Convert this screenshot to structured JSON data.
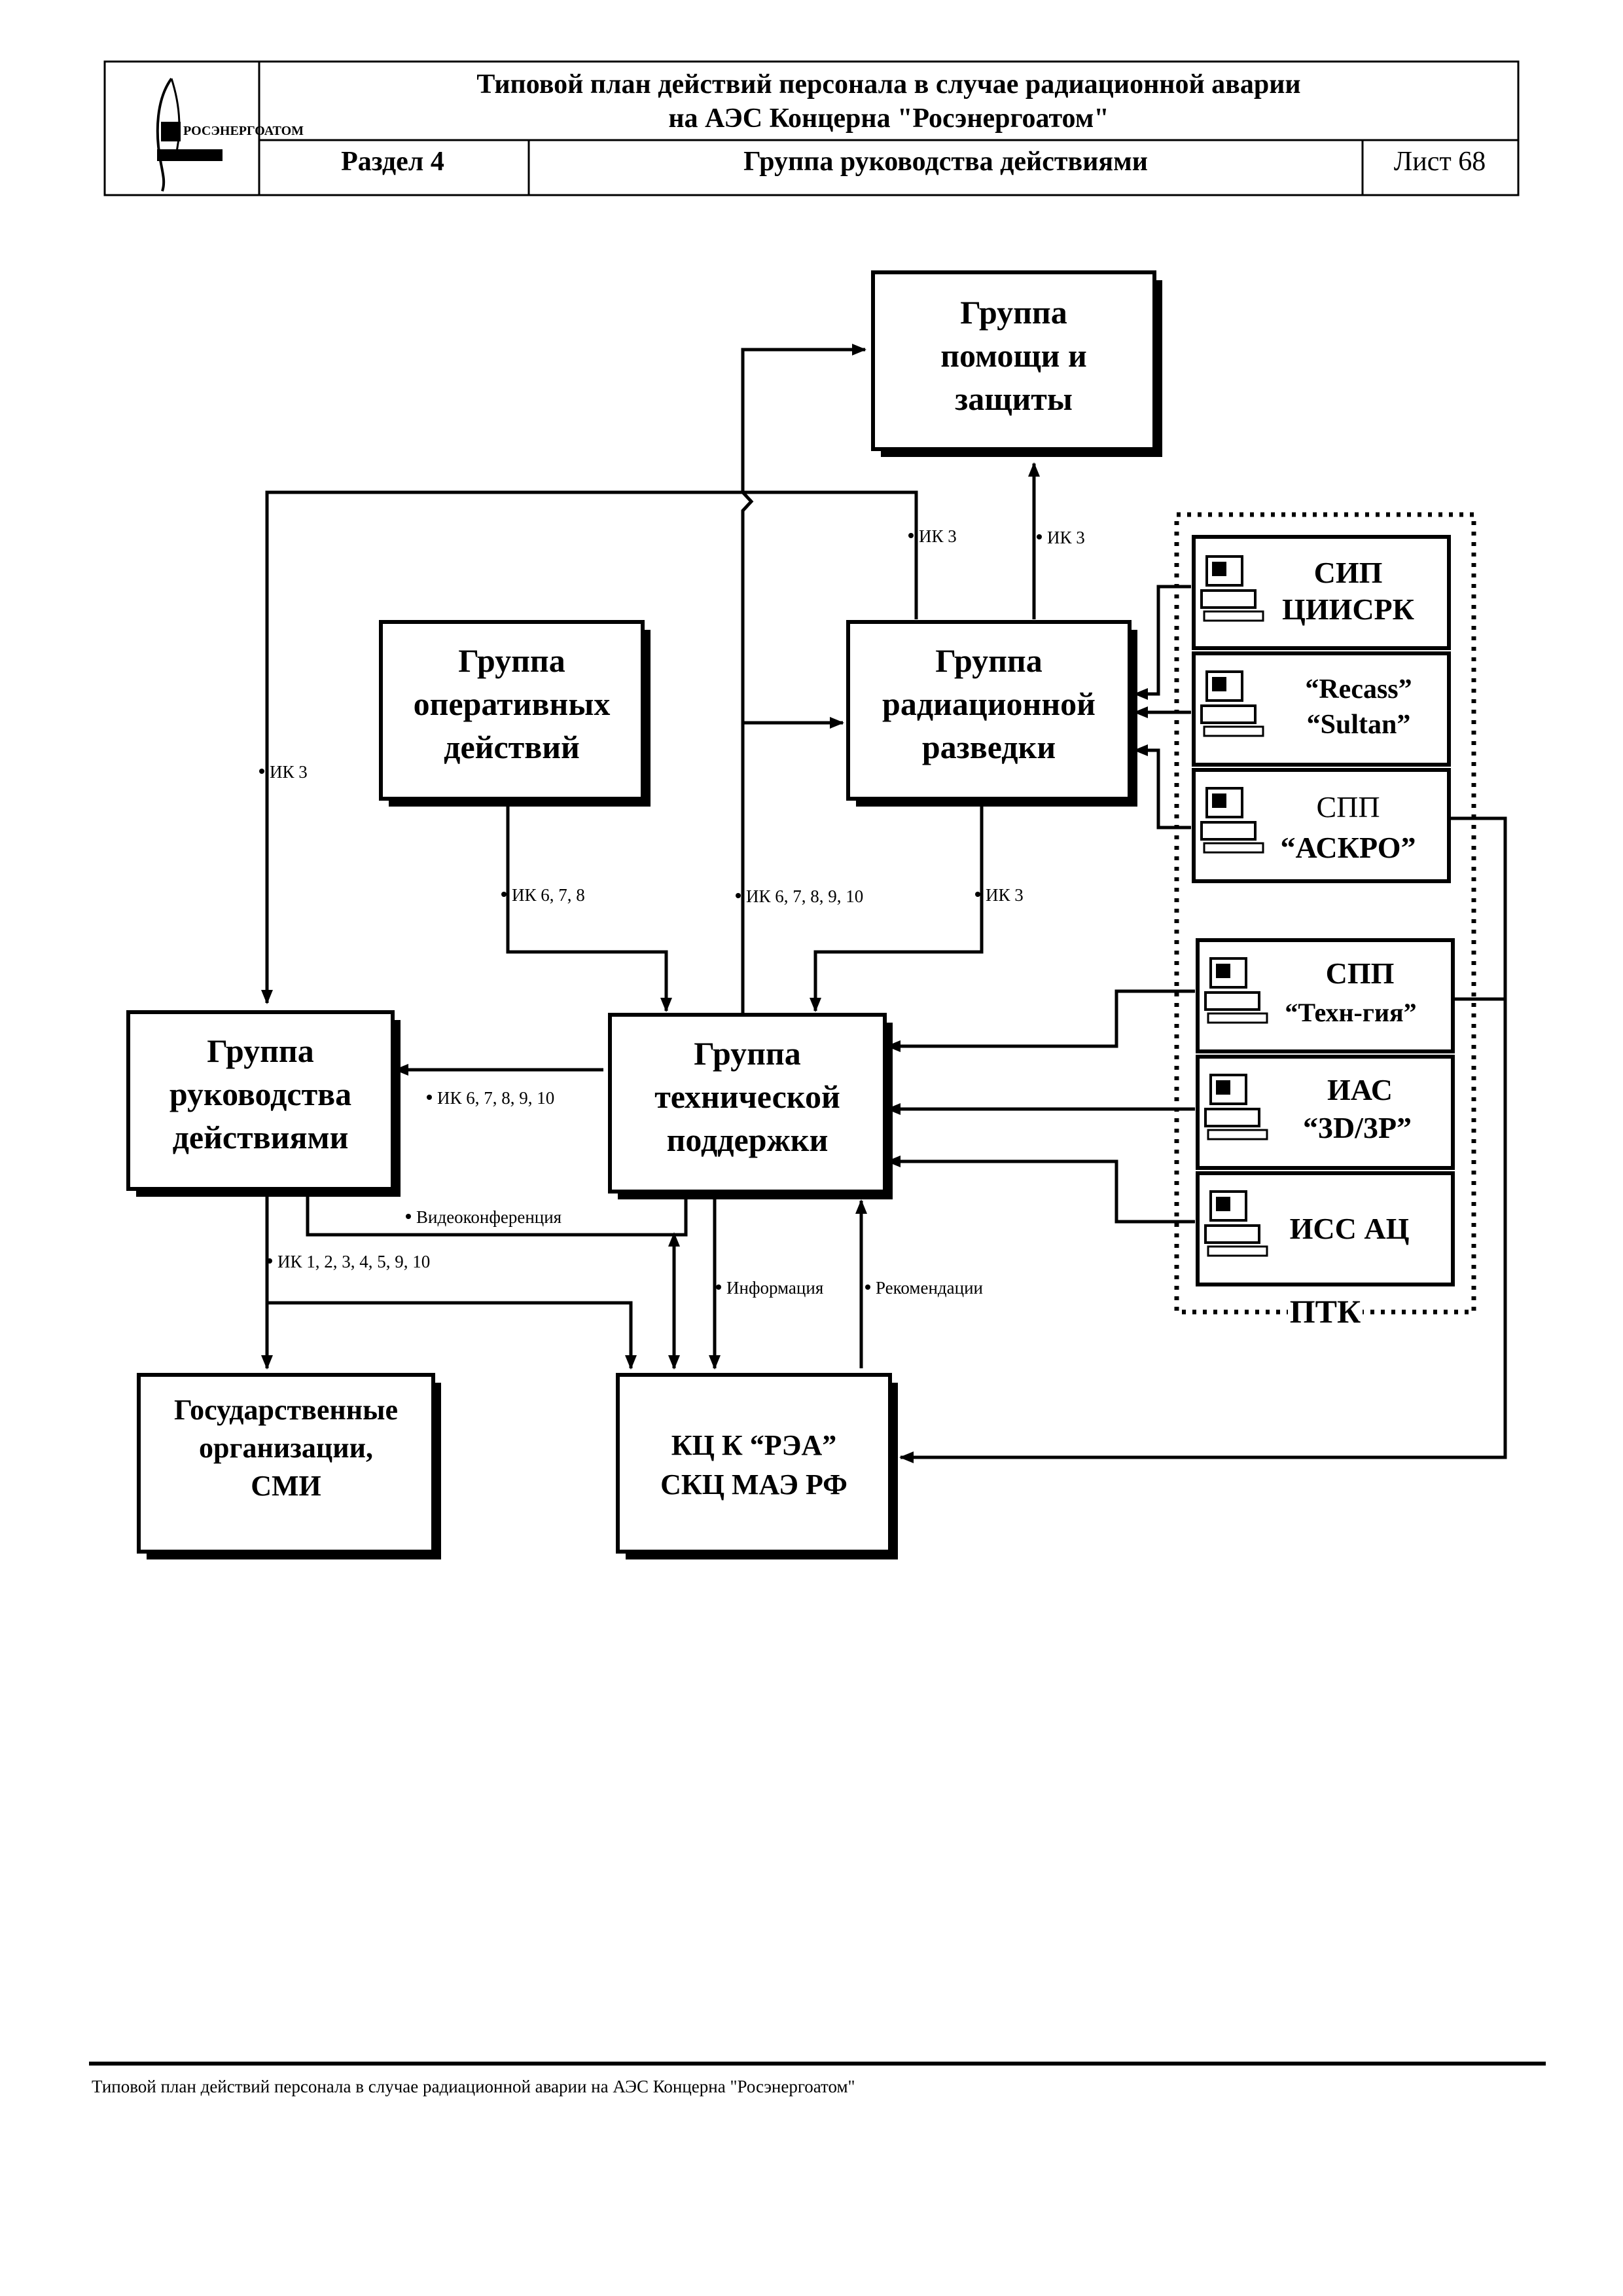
{
  "header": {
    "title_line1": "Типовой план действий персонала в случае радиационной аварии",
    "title_line2": "на  АЭС Концерна \"Росэнергоатом\"",
    "section": "Раздел 4",
    "subtitle": "Группа руководства действиями",
    "sheet": "Лист 68",
    "logo_text": "РОСЭНЕРГОАТОМ"
  },
  "groups": {
    "help": [
      "Группа",
      "помощи и",
      "защиты"
    ],
    "operative": [
      "Группа",
      "оперативных",
      "действий"
    ],
    "radiation": [
      "Группа",
      "радиационной",
      "разведки"
    ],
    "management": [
      "Группа",
      "руководства",
      "действиями"
    ],
    "technical": [
      "Группа",
      "технической",
      "поддержки"
    ],
    "government": [
      "Государственные",
      "организации,",
      "СМИ"
    ],
    "crisis": [
      "КЦ К “РЭА”",
      "СКЦ МАЭ РФ"
    ]
  },
  "systems": {
    "ciisrk": [
      "СИП",
      "ЦИИСРК"
    ],
    "recass": [
      "“Recass”",
      "“Sultan”"
    ],
    "askro": [
      "СПП",
      "“АСКРО”"
    ],
    "tech": [
      "СПП",
      "“Техн-гия”"
    ],
    "ias": [
      "ИАС",
      "“3D/3P”"
    ],
    "iss": [
      "ИСС АЦ"
    ],
    "ptk_label": "ПТК"
  },
  "labels": {
    "ik3_help_a": "ИК 3",
    "ik3_help_b": "ИК 3",
    "ik3_left": "ИК 3",
    "ik678": "ИК 6, 7, 8",
    "ik678910_center": "ИК 6, 7, 8, 9, 10",
    "ik3_rad": "ИК 3",
    "ik678910_mgmt": "ИК 6, 7, 8, 9, 10",
    "video": "Видеоконференция",
    "ik_gov": "ИК 1, 2, 3, 4, 5, 9, 10",
    "info": "Информация",
    "recommend": "Рекомендации"
  },
  "footer": {
    "text": "Типовой план действий персонала в случае радиационной аварии на  АЭС Концерна \"Росэнергоатом\""
  }
}
